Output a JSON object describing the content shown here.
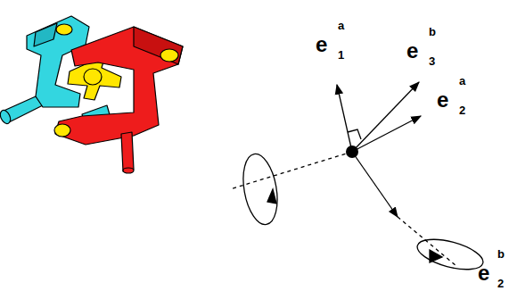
{
  "diagram": {
    "labels": [
      "e",
      "1",
      "a",
      "e",
      "3",
      "b",
      "e",
      "2",
      "a",
      "e",
      "2",
      "b"
    ]
  }
}
